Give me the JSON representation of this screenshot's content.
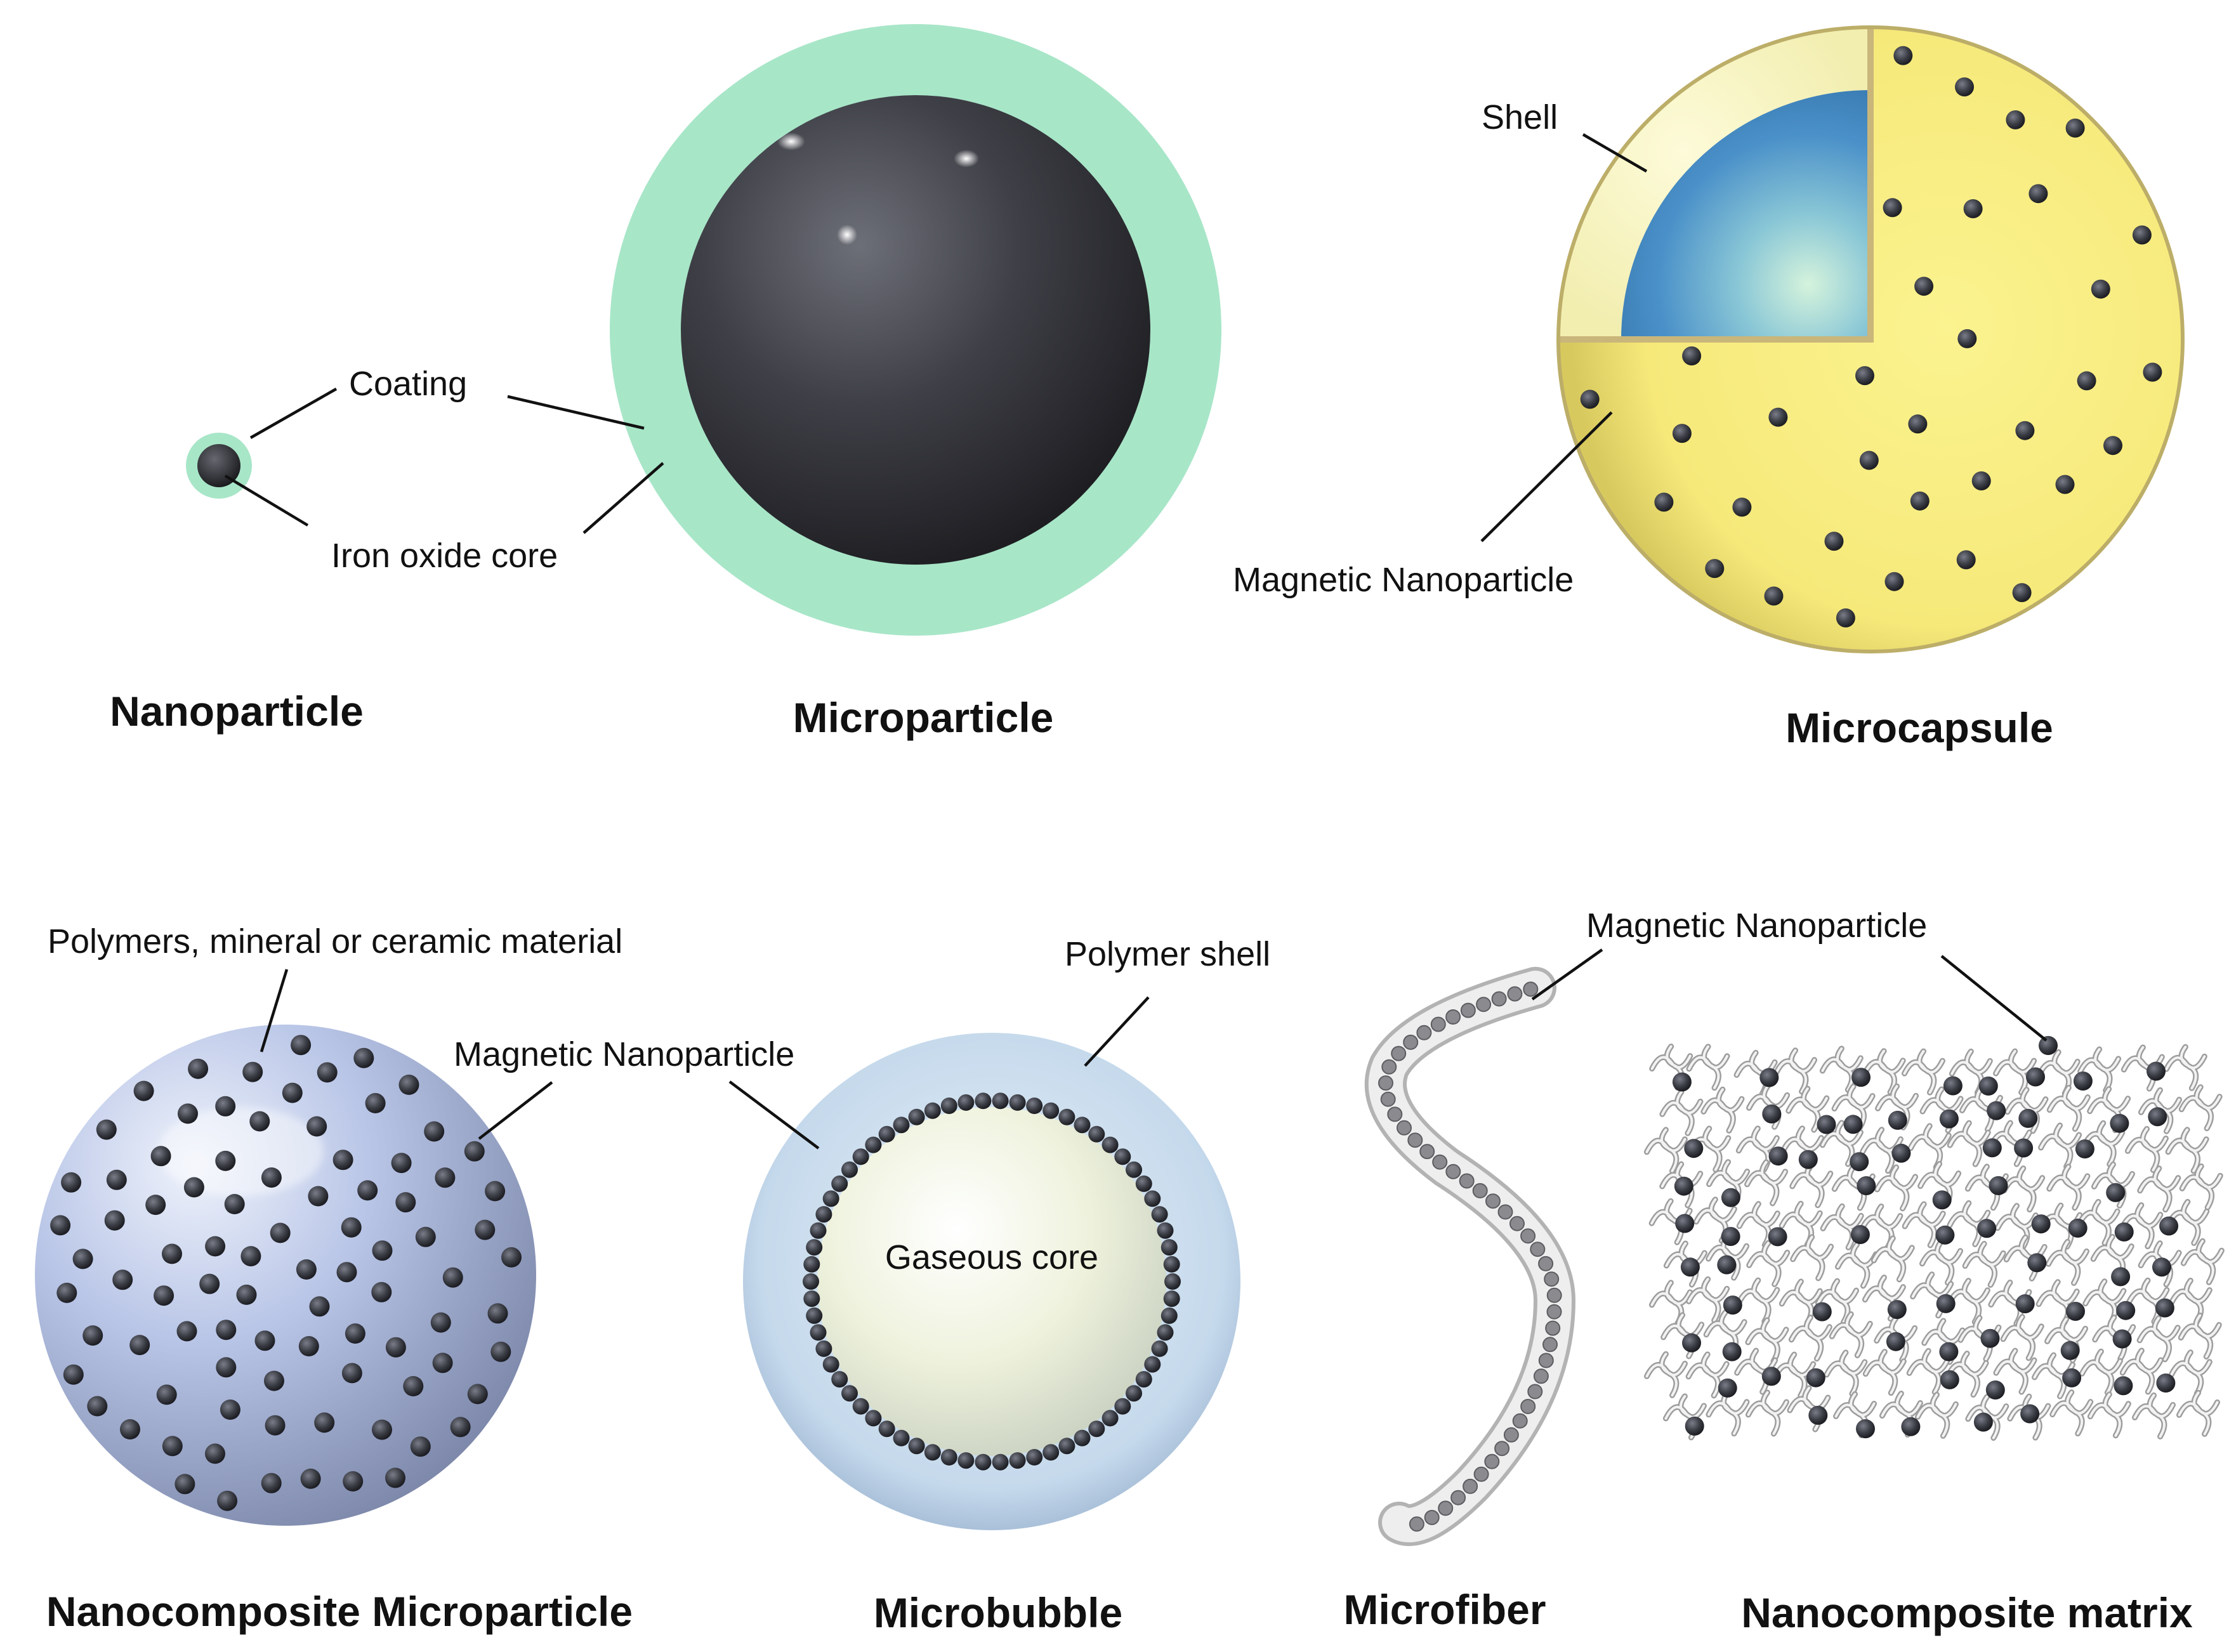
{
  "panels": {
    "nanoparticle": {
      "title": "Nanoparticle",
      "coating_label": "Coating",
      "core_label": "Iron oxide core"
    },
    "microparticle": {
      "title": "Microparticle"
    },
    "microcapsule": {
      "title": "Microcapsule",
      "shell_label": "Shell",
      "mnp_label": "Magnetic Nanoparticle"
    },
    "nanocomposite_microparticle": {
      "title": "Nanocomposite Microparticle",
      "material_label": "Polymers, mineral or ceramic material",
      "mnp_label": "Magnetic Nanoparticle"
    },
    "microbubble": {
      "title": "Microbubble",
      "shell_label": "Polymer shell",
      "core_label": "Gaseous core"
    },
    "microfiber": {
      "title": "Microfiber",
      "mnp_label": "Magnetic Nanoparticle"
    },
    "nanocomposite_matrix": {
      "title": "Nanocomposite matrix"
    }
  },
  "colors": {
    "coating": "#a8e6c8",
    "core": "#3a3a3f",
    "capsule_fill": "#f7ee8a",
    "capsule_inner": "#4a90c8",
    "composite": "#b9c6e8",
    "bubble_shell": "#c5dcef",
    "bubble_core": "#f0f3d6",
    "particle": "#3b3d45",
    "fiber": "#d0d0d0"
  }
}
